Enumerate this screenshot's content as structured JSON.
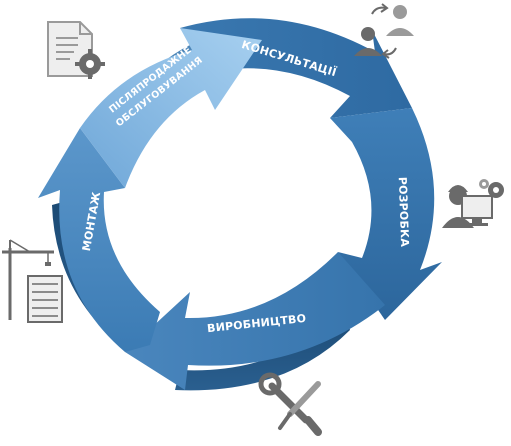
{
  "diagram": {
    "stages": [
      {
        "id": "consulting",
        "label": "КОНСУЛЬТАЦІЇ"
      },
      {
        "id": "development",
        "label": "РОЗРОБКА"
      },
      {
        "id": "production",
        "label": "ВИРОБНИЦТВО"
      },
      {
        "id": "installation",
        "label": "МОНТАЖ"
      },
      {
        "id": "aftersales",
        "label_line1": "ПІСЛЯПРОДАЖНЕ",
        "label_line2": "ОБСЛУГОВУВАННЯ"
      }
    ],
    "colors": {
      "arrow_dark": "#2f6fa5",
      "arrow_mid": "#4a88bf",
      "arrow_light": "#8cbde6",
      "arrow_side": "#1f4f7a",
      "icon_grey": "#b8b8b8",
      "icon_dark": "#5e5e5e"
    },
    "icons": [
      "people-exchange-icon",
      "engineer-computer-gear-icon",
      "wrench-screwdriver-icon",
      "crane-building-icon",
      "document-gear-icon"
    ]
  }
}
